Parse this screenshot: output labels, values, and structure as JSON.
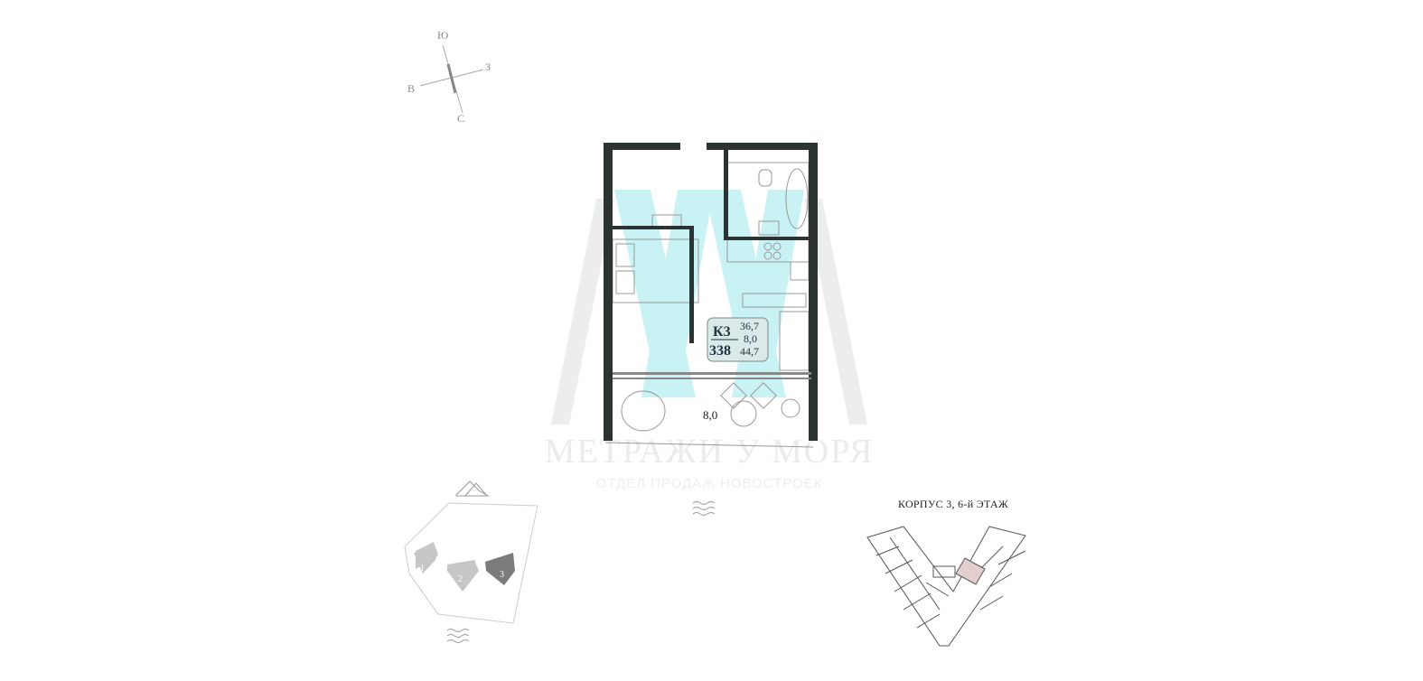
{
  "compass": {
    "south": "Ю",
    "west": "З",
    "east": "В",
    "north": "С"
  },
  "apartment": {
    "building": "К3",
    "number": "338",
    "living_area": "36,7",
    "balcony_area": "8,0",
    "total_area": "44,7",
    "balcony_label": "8,0"
  },
  "watermark": {
    "brand": "МЕТРАЖИ У МОРЯ",
    "subtitle": "ОТДЕЛ ПРОДАЖ НОВОСТРОЕК"
  },
  "site_plan": {
    "buildings": [
      "1",
      "2",
      "3"
    ],
    "selected": "3"
  },
  "floor_plan": {
    "title": "КОРПУС 3, 6-й ЭТАЖ",
    "highlight_color": "#e2cfcd"
  },
  "colors": {
    "wall": "#2b3333",
    "watermark": "#bff0f3",
    "selected_building": "#7b7b7b"
  }
}
